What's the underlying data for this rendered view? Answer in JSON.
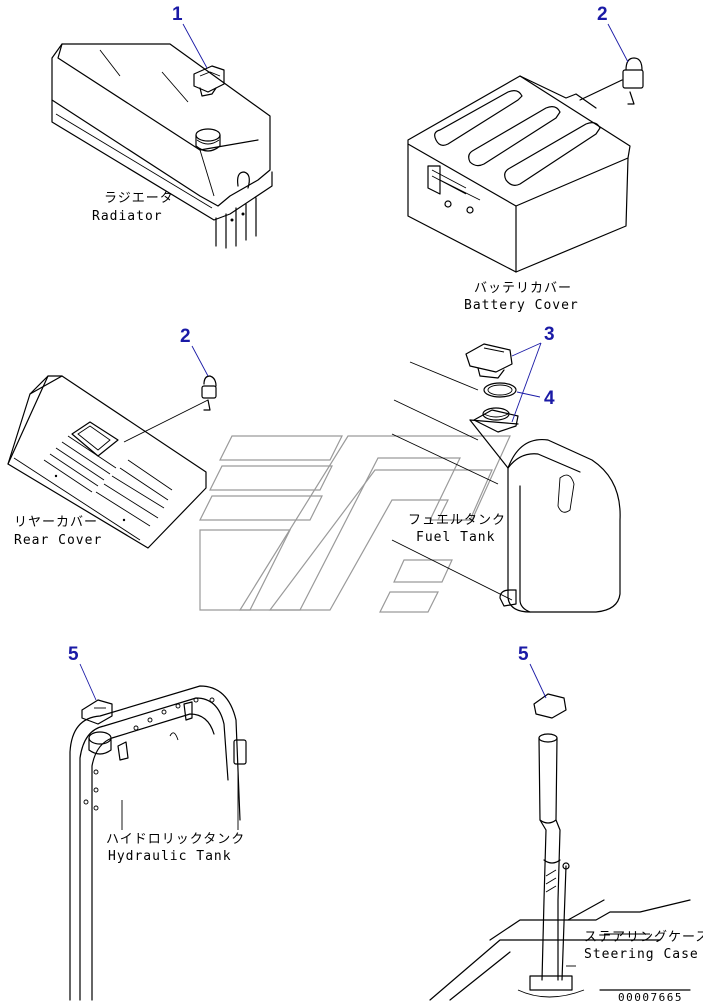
{
  "accent_color": "#1a1aa6",
  "callouts": {
    "n1": "1",
    "n2_battery": "2",
    "n2_rear": "2",
    "n3": "3",
    "n4": "4",
    "n5_hydraulic": "5",
    "n5_steering": "5"
  },
  "labels": {
    "radiator_jp": "ラジエータ",
    "radiator_en": "Radiator",
    "battery_jp": "バッテリカバー",
    "battery_en": "Battery Cover",
    "rear_jp": "リヤーカバー",
    "rear_en": "Rear Cover",
    "fuel_jp": "フュエルタンク",
    "fuel_en": "Fuel Tank",
    "hydraulic_jp": "ハイドロリックタンク",
    "hydraulic_en": "Hydraulic Tank",
    "steering_jp": "ステアリングケース",
    "steering_en": "Steering Case"
  },
  "drawing_code": "00007665"
}
